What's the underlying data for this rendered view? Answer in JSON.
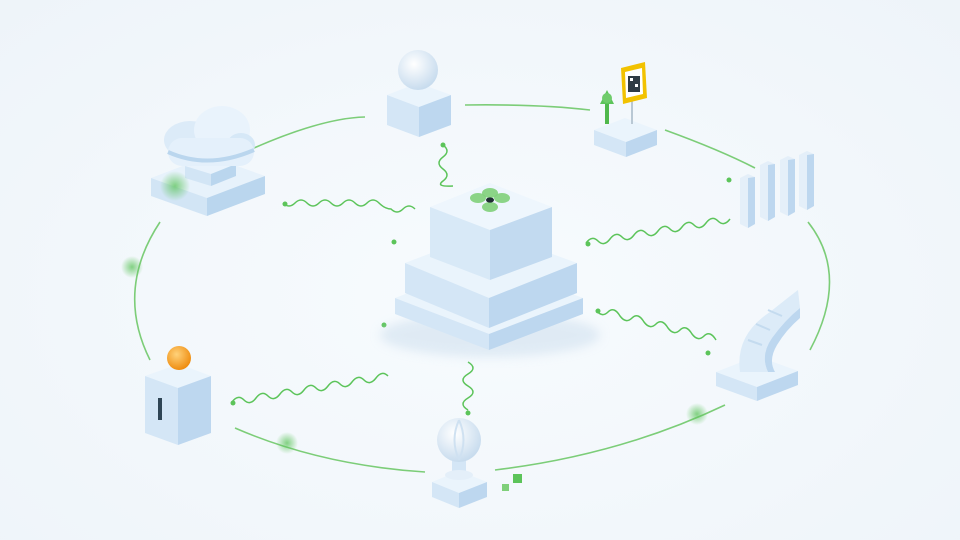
{
  "diagram": {
    "text": [],
    "center_node": {
      "kind": "stacked-block-hub",
      "icon": "clover-icon"
    },
    "satellite_nodes": [
      {
        "kind": "cloud-on-plinth",
        "icon": "cloud-icon",
        "position": "top-left"
      },
      {
        "kind": "sphere-on-cube",
        "icon": "sphere-icon",
        "position": "top"
      },
      {
        "kind": "signboard-on-plinth",
        "icon": "signboard-icon",
        "position": "top-right"
      },
      {
        "kind": "vertical-bars",
        "icon": "bars-icon",
        "position": "right"
      },
      {
        "kind": "curved-slide-on-plinth",
        "icon": "slide-icon",
        "position": "bottom-right"
      },
      {
        "kind": "globe-on-stand",
        "icon": "globe-icon",
        "position": "bottom"
      },
      {
        "kind": "box-with-ball",
        "icon": "ball-icon",
        "position": "bottom-left"
      }
    ],
    "ring": {
      "style": "thin-line"
    },
    "spokes": {
      "style": "dotted-squiggle"
    }
  },
  "colors": {
    "background": "#f2f7fb",
    "block_top": "#eaf4fc",
    "block_left": "#d4e6f6",
    "block_right": "#bdd7ef",
    "accent_green": "#5cc45a",
    "ring_green": "#7ccd78",
    "ball_orange": "#f4a21c",
    "sign_yellow": "#f2c200",
    "dark": "#1f2b33"
  }
}
